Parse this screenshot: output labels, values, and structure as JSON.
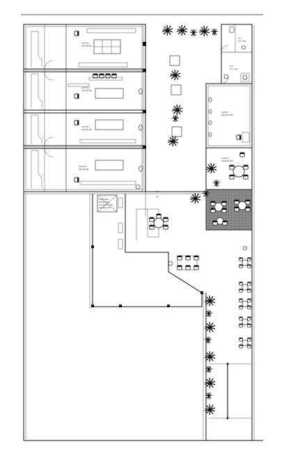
{
  "plan": {
    "labels": {
      "office_1": [
        "OFFICE 1",
        "OFFICE SEC"
      ],
      "office_2": [
        "OFFICE 2",
        "OFFICE SEC"
      ],
      "office_3": [
        "OFFICE 3",
        "OFFICE SEC"
      ],
      "office_4": [
        "OFFICE 4",
        "OFFICE SEC"
      ],
      "wc_top": [
        "W.C.",
        "W.C. SEC"
      ],
      "wc_mid": [
        "W.C.",
        "W.C. SEC"
      ],
      "service_room": [
        "ROOM 5",
        "SERVICE SEC"
      ],
      "lounge": [
        "ROOM 6",
        "LOUNGE SEC"
      ],
      "entrance_note": [
        "ENTRANCE",
        "RECEPTION",
        "COUNTER AREA",
        "WAITING SEC"
      ],
      "door_tag": [
        "DN",
        "UP"
      ]
    },
    "colors": {
      "line": "#111111",
      "paving": "#8a8a8a",
      "background": "#ffffff"
    }
  }
}
